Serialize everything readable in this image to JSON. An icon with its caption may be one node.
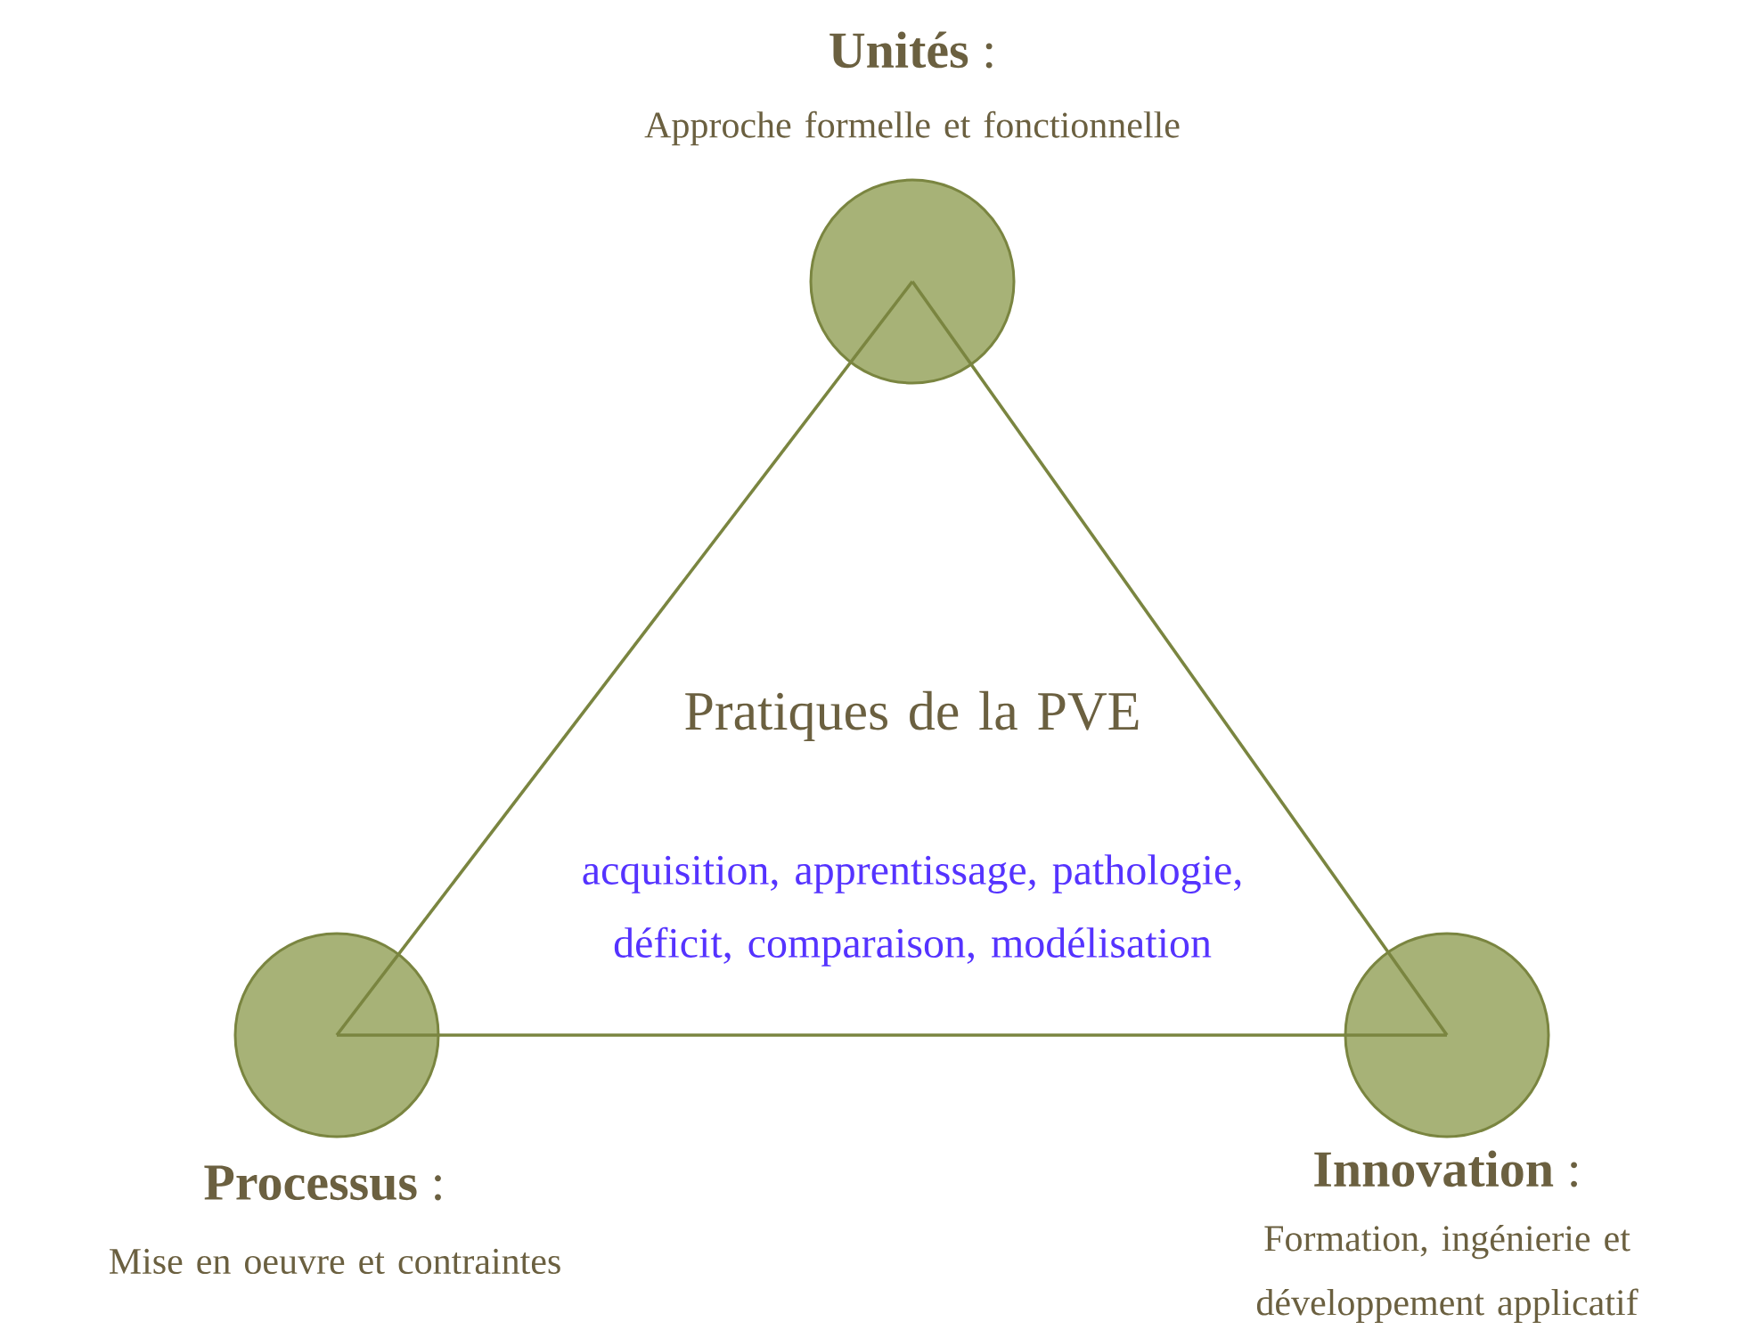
{
  "diagram": {
    "nodes": [
      {
        "text": [],
        "shape": "circle",
        "beside": [
          "**Unités** :",
          "Approche formelle et fonctionnelle"
        ]
      },
      {
        "text": [],
        "shape": "circle",
        "beside": [
          "**Processus** :",
          "Mise en oeuvre et contraintes"
        ]
      },
      {
        "text": [],
        "shape": "circle",
        "beside": [
          "**Innovation** :",
          "Formation, ingénierie et développement applicatif"
        ]
      }
    ],
    "edges": [
      {
        "from": 0,
        "to": 1,
        "arrow": "none"
      },
      {
        "from": 1,
        "to": 2,
        "arrow": "none"
      },
      {
        "from": 2,
        "to": 0,
        "arrow": "none"
      }
    ],
    "labels": [
      "Pratiques de la PVE",
      "acquisition, apprentissage, pathologie, déficit, comparaison, modélisation"
    ]
  }
}
